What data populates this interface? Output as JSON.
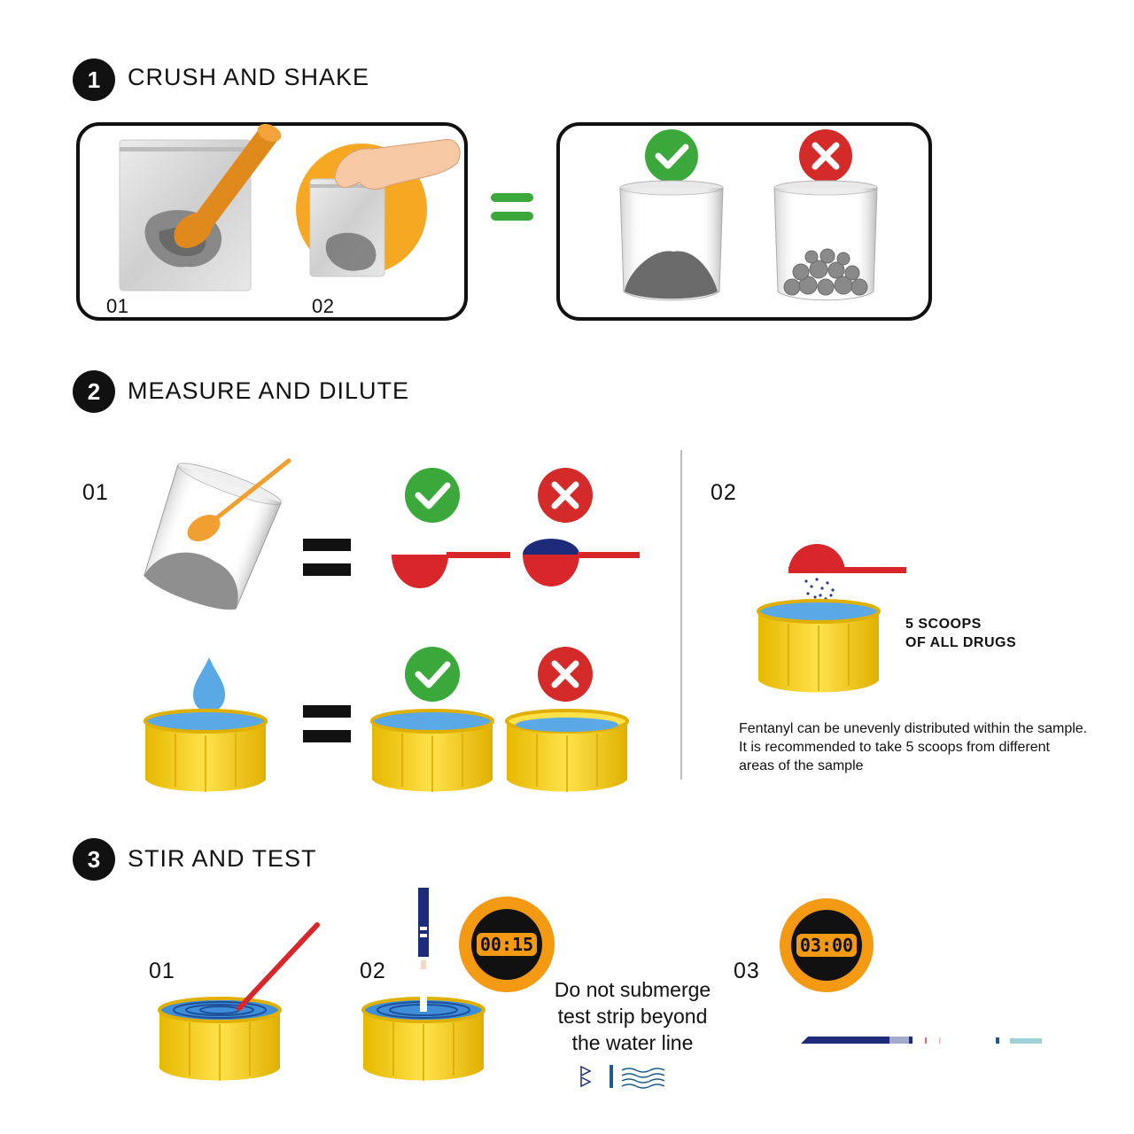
{
  "steps": [
    {
      "number": "1",
      "title": "CRUSH AND SHAKE"
    },
    {
      "number": "2",
      "title": "MEASURE AND DILUTE"
    },
    {
      "number": "3",
      "title": "STIR AND TEST"
    }
  ],
  "step1": {
    "sub1": "01",
    "sub2": "02"
  },
  "step2": {
    "sub1": "01",
    "sub2": "02",
    "scoops_line1": "5 SCOOPS",
    "scoops_line2": "OF ALL DRUGS",
    "note_line1": "Fentanyl can be unevenly distributed within the sample.",
    "note_line2": "It is recommended to take 5 scoops from different",
    "note_line3": "areas of the sample"
  },
  "step3": {
    "sub1": "01",
    "sub2": "02",
    "sub3": "03",
    "timer1": "00:15",
    "timer2": "03:00",
    "warn_line1": "Do not submerge",
    "warn_line2": "test strip beyond",
    "warn_line3": "the water line"
  },
  "colors": {
    "check_green": "#3aa83a",
    "cross_red": "#d42a2a",
    "cap_yellow": "#f5d21c",
    "water_blue": "#5aa9e6",
    "scoop_red": "#d8262b",
    "powder_navy": "#1e2a7a",
    "circle_orange": "#f7a823",
    "timer_orange": "#f39a12"
  }
}
